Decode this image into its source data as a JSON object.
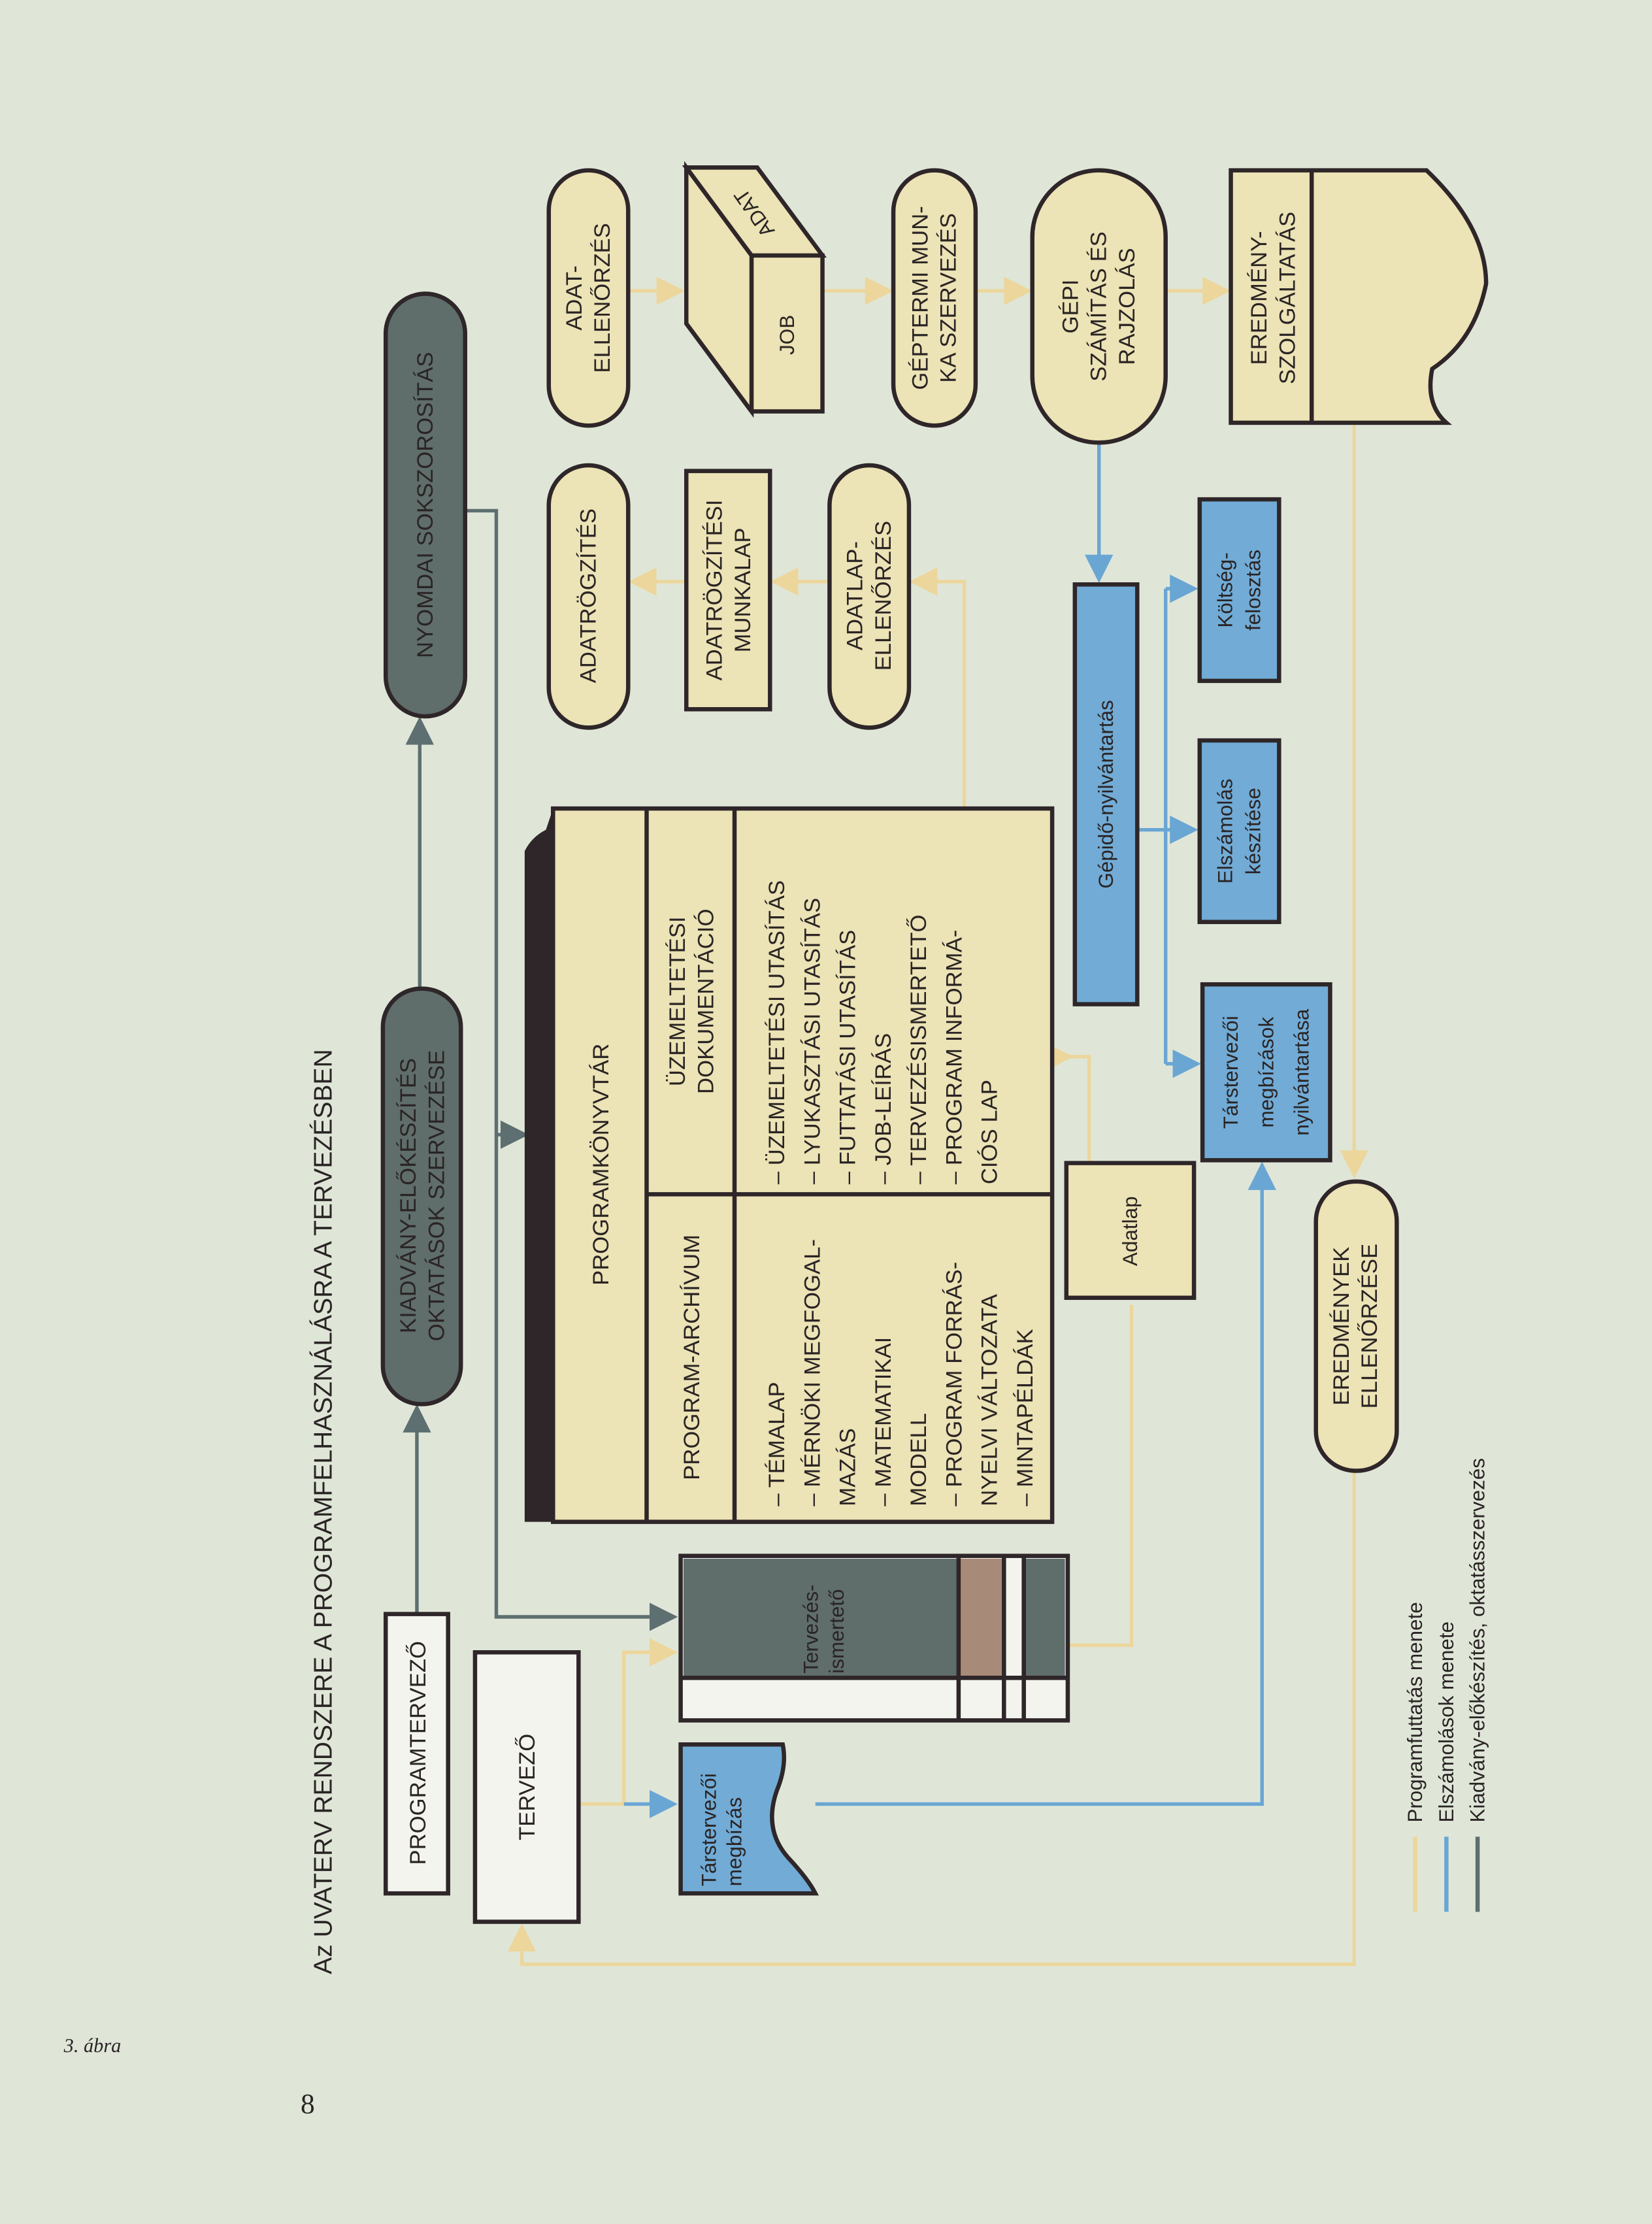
{
  "title": "Az UVATERV RENDSZERE A PROGRAMFELHASZNÁLÁSRA A TERVEZÉSBEN",
  "figure_label": "3. ábra",
  "page_number": "8",
  "colors": {
    "background": "#dfe6d8",
    "beige": "#ece3b6",
    "dark": "#5f6d6b",
    "blue": "#71abd6",
    "brown": "#a88a78"
  },
  "nodes": {
    "programtervezo": "PROGRAMTERVEZŐ",
    "tervezo": "TERVEZŐ",
    "kiadvany": [
      "KIADVÁNY-ELŐKÉSZÍTÉS",
      "OKTATÁSOK SZERVEZÉSE"
    ],
    "nyomdai": "NYOMDAI SOKSZOROSÍTÁS",
    "tarstervezoi_megbizas": [
      "Társtervezői",
      "megbízás"
    ],
    "tervezes_ismerteto": [
      "Tervezés-",
      "ismertető"
    ],
    "adatlap": "Adatlap",
    "adatrogzites": "ADATRÖGZÍTÉS",
    "adat_ellenorzes": [
      "ADAT-",
      "ELLENŐRZÉS"
    ],
    "munkalap": [
      "ADATRÖGZÍTÉSI",
      "MUNKALAP"
    ],
    "job": "JOB",
    "adat": "ADAT",
    "adatlap_ellenorzes": [
      "ADATLAP-",
      "ELLENŐRZÉS"
    ],
    "gepterem": [
      "GÉPTERMI MUN-",
      "KA SZERVEZÉS"
    ],
    "gepi": [
      "GÉPI",
      "SZÁMÍTÁS ÉS",
      "RAJZOLÁS"
    ],
    "eredmeny_szolg": [
      "EREDMÉNY-",
      "SZOLGÁLTATÁS"
    ],
    "gepido": "Gépidő-nyilvántartás",
    "koltseg": [
      "Költség-",
      "felosztás"
    ],
    "elszamolas": [
      "Elszámolás",
      "készítése"
    ],
    "tars_nyilv": [
      "Társtervezői",
      "megbízások",
      "nyilvántartása"
    ],
    "eredmenyek_ell": [
      "EREDMÉNYEK",
      "ELLENŐRZÉSE"
    ]
  },
  "library": {
    "title": "PROGRAMKÖNYVTÁR",
    "archive_heading": "PROGRAM-ARCHÍVUM",
    "archive_items": [
      "– TÉMALAP",
      "– MÉRNÖKI MEGFOGAL-",
      "   MAZÁS",
      "– MATEMATIKAI",
      "   MODELL",
      "– PROGRAM FORRÁS-",
      "   NYELVI VÁLTOZATA",
      "– MINTAPÉLDÁK"
    ],
    "ops_heading": [
      "ÜZEMELTETÉSI",
      "DOKUMENTÁCIÓ"
    ],
    "ops_items": [
      "– ÜZEMELTETÉSI UTASÍTÁS",
      "– LYUKASZTÁSI UTASÍTÁS",
      "– FUTTATÁSI UTASÍTÁS",
      "– JOB-LEÍRÁS",
      "– TERVEZÉSISMERTETŐ",
      "– PROGRAM INFORMÁ-",
      "   CIÓS LAP"
    ]
  },
  "legend": [
    {
      "label": "Programfuttatás menete",
      "color": "#ecd69c"
    },
    {
      "label": "Elszámolások menete",
      "color": "#6aa6d3"
    },
    {
      "label": "Kiadvány-előkészítés, oktatásszervezés",
      "color": "#5d6f70"
    }
  ]
}
